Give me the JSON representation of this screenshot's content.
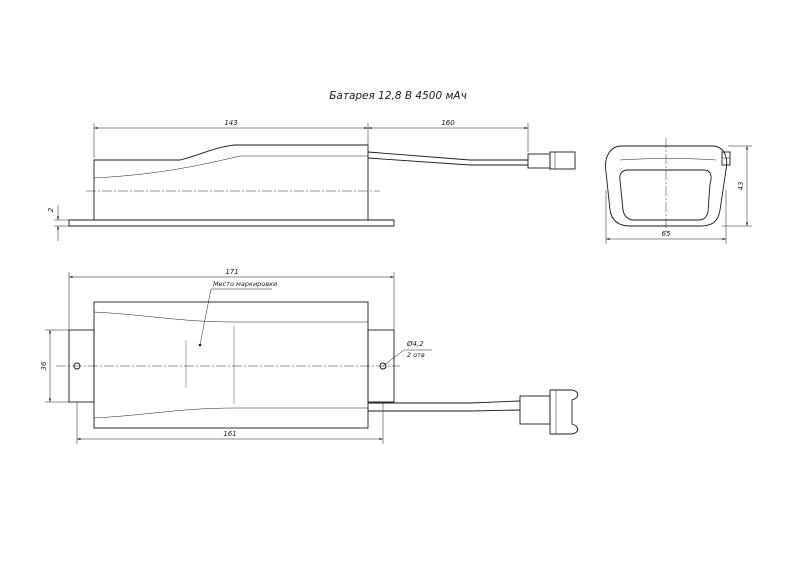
{
  "drawing": {
    "title": "Батарея 12,8 В 4500 мАч",
    "marking_note": "Место маркировки",
    "hole_note_line1": "Ø4,2",
    "hole_note_line2": "2 отв"
  },
  "dimensions": {
    "top_body_length": "143",
    "cable_length": "160",
    "flange_thickness": "2",
    "end_height": "43",
    "end_width": "65",
    "plan_overall": "171",
    "plan_body": "161",
    "plan_width": "36"
  },
  "colors": {
    "line": "#1a1a1a",
    "background": "#ffffff"
  }
}
